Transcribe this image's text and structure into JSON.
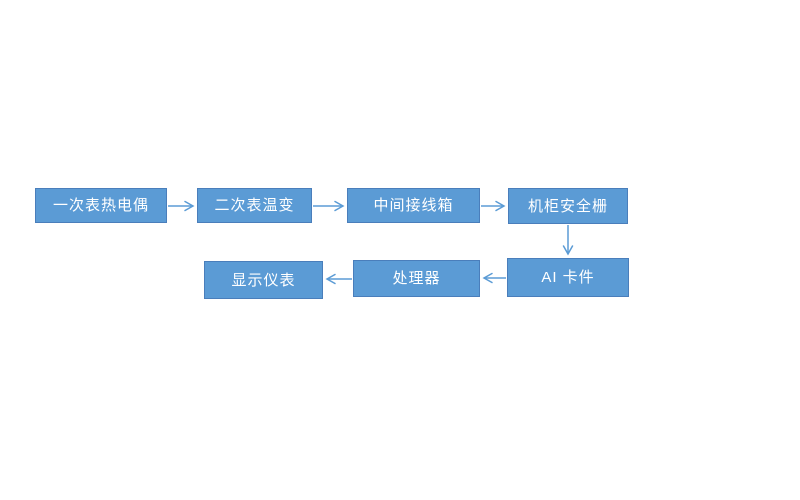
{
  "diagram": {
    "type": "flowchart",
    "colors": {
      "background": "#ffffff",
      "node_fill": "#5b9bd5",
      "node_border": "#4a7ebb",
      "node_text": "#ffffff",
      "edge": "#5b9bd5"
    },
    "nodes": [
      {
        "id": "primary-thermocouple",
        "label": "一次表热电偶"
      },
      {
        "id": "secondary-temp-transmitter",
        "label": "二次表温变"
      },
      {
        "id": "intermediate-junction-box",
        "label": "中间接线箱"
      },
      {
        "id": "cabinet-safety-barrier",
        "label": "机柜安全栅"
      },
      {
        "id": "ai-card",
        "label": "AI 卡件"
      },
      {
        "id": "processor",
        "label": "处理器"
      },
      {
        "id": "display-instrument",
        "label": "显示仪表"
      }
    ],
    "edges": [
      {
        "from": "primary-thermocouple",
        "to": "secondary-temp-transmitter",
        "direction": "right"
      },
      {
        "from": "secondary-temp-transmitter",
        "to": "intermediate-junction-box",
        "direction": "right"
      },
      {
        "from": "intermediate-junction-box",
        "to": "cabinet-safety-barrier",
        "direction": "right"
      },
      {
        "from": "cabinet-safety-barrier",
        "to": "ai-card",
        "direction": "down"
      },
      {
        "from": "ai-card",
        "to": "processor",
        "direction": "left"
      },
      {
        "from": "processor",
        "to": "display-instrument",
        "direction": "left"
      }
    ]
  }
}
